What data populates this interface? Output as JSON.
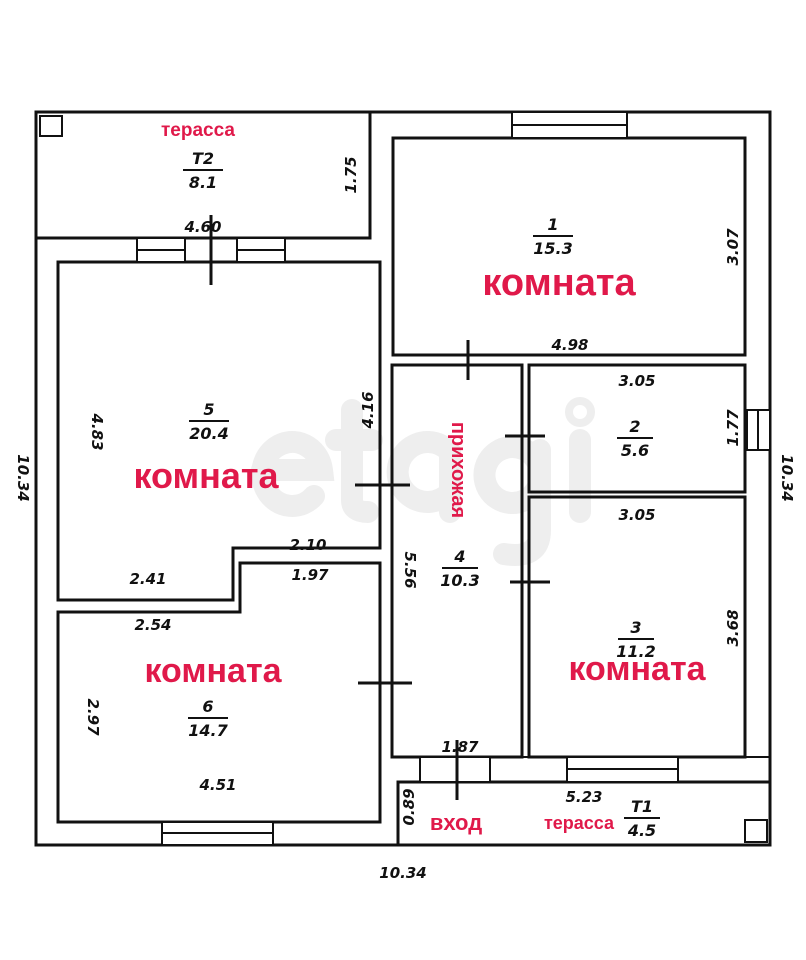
{
  "colors": {
    "label": "#e0194a",
    "wall": "#111111",
    "watermark": "#eeeeee"
  },
  "watermark": "etagi",
  "rooms": [
    {
      "id": "T2",
      "area": "8.1",
      "label": "терасса",
      "dim": [
        "4.60",
        "1.75"
      ]
    },
    {
      "id": "1",
      "area": "15.3",
      "label": "комната",
      "dim": [
        "4.98",
        "3.07"
      ]
    },
    {
      "id": "5",
      "area": "20.4",
      "label": "комната",
      "dim": [
        "4.83",
        "4.16",
        "2.41",
        "2.10"
      ]
    },
    {
      "id": "6",
      "area": "14.7",
      "label": "комната",
      "dim": [
        "2.54",
        "1.97",
        "2.97",
        "4.51"
      ]
    },
    {
      "id": "4",
      "area": "10.3",
      "label": "прихожая",
      "dim": [
        "5.56",
        "1.87"
      ]
    },
    {
      "id": "2",
      "area": "5.6",
      "dim": [
        "3.05",
        "1.77"
      ]
    },
    {
      "id": "3",
      "area": "11.2",
      "label": "комната",
      "dim": [
        "3.05",
        "3.68"
      ]
    },
    {
      "id": "T1",
      "area": "4.5",
      "label": "терасса",
      "dim": [
        "5.23",
        "0.89"
      ]
    }
  ],
  "entrance_label": "вход",
  "overall": {
    "width": "10.34",
    "height_left": "10.34",
    "height_right": "10.34"
  }
}
